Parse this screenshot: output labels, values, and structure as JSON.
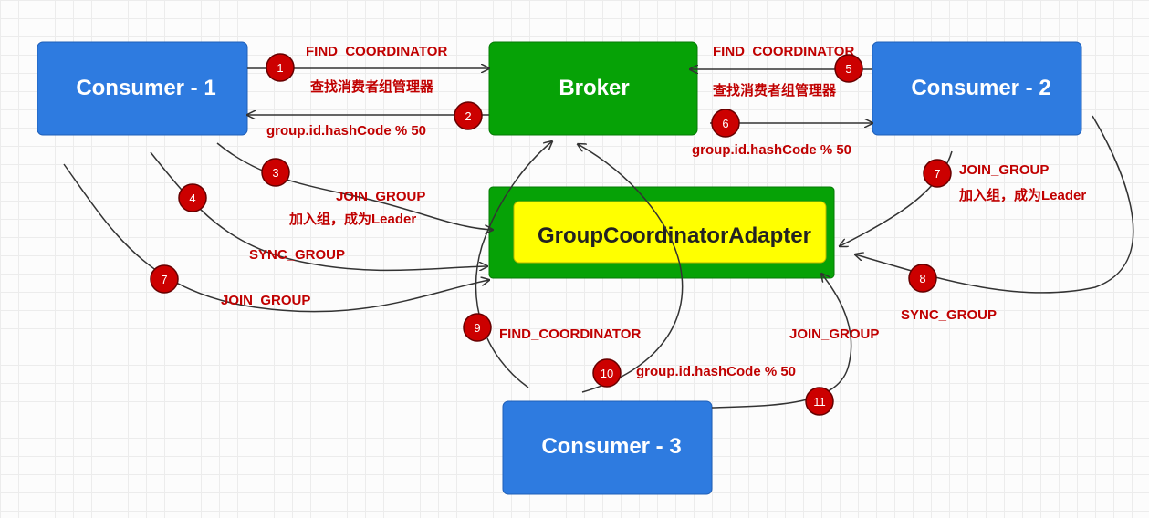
{
  "colors": {
    "consumer_fill": "#2e7be0",
    "broker_fill": "#06a206",
    "adapter_fill": "#ffff00",
    "label_red": "#c00000",
    "badge_fill": "#cc0000",
    "line": "#333333"
  },
  "nodes": {
    "consumer1": "Consumer - 1",
    "consumer2": "Consumer - 2",
    "consumer3": "Consumer - 3",
    "broker": "Broker",
    "adapter": "GroupCoordinatorAdapter"
  },
  "labels": {
    "find1": "FIND_COORDINATOR",
    "find1_cn": "查找消费者组管理器",
    "hash1": "group.id.hashCode % 50",
    "find2": "FIND_COORDINATOR",
    "find2_cn": "查找消费者组管理器",
    "hash2": "group.id.hashCode % 50",
    "join1": "JOIN_GROUP",
    "join1_cn": "加入组，成为Leader",
    "sync1": "SYNC_GROUP",
    "join1b": "JOIN_GROUP",
    "join2": "JOIN_GROUP",
    "join2_cn": "加入组，成为Leader",
    "sync2": "SYNC_GROUP",
    "find3": "FIND_COORDINATOR",
    "hash3": "group.id.hashCode % 50",
    "join3": "JOIN_GROUP"
  },
  "badges": [
    "1",
    "2",
    "3",
    "4",
    "7",
    "5",
    "6",
    "7",
    "8",
    "9",
    "10",
    "11"
  ]
}
